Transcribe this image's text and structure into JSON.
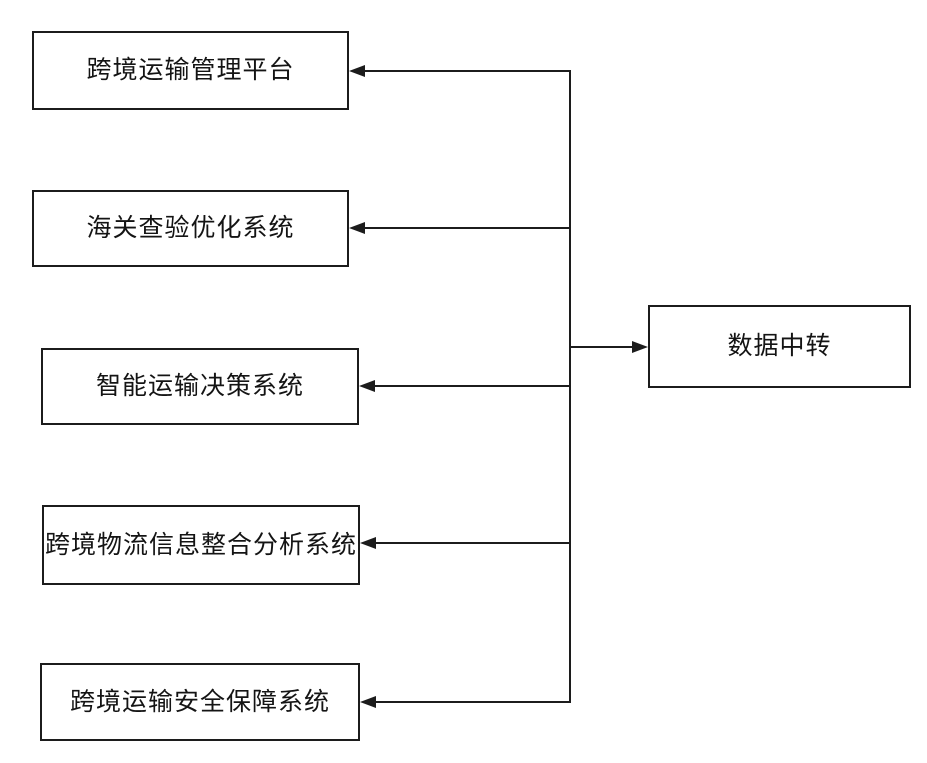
{
  "figure": {
    "type": "system-architecture-diagram",
    "colors": {
      "background": "#ffffff",
      "line": "#1c1c1c",
      "box_border": "#1c1c1c",
      "text": "#141414"
    },
    "nodes": {
      "platform": {
        "label": "跨境运输管理平台"
      },
      "customs": {
        "label": "海关查验优化系统"
      },
      "decision": {
        "label": "智能运输决策系统"
      },
      "logistics": {
        "label": "跨境物流信息整合分析系统"
      },
      "security": {
        "label": "跨境运输安全保障系统"
      },
      "hub": {
        "label": "数据中转"
      }
    },
    "edges": [
      {
        "from": "hub-bus",
        "to": "platform",
        "direction": "left"
      },
      {
        "from": "hub-bus",
        "to": "customs",
        "direction": "left"
      },
      {
        "from": "hub-bus",
        "to": "decision",
        "direction": "left"
      },
      {
        "from": "hub-bus",
        "to": "logistics",
        "direction": "left"
      },
      {
        "from": "hub-bus",
        "to": "security",
        "direction": "left"
      },
      {
        "from": "hub-bus",
        "to": "hub",
        "direction": "right"
      }
    ]
  }
}
